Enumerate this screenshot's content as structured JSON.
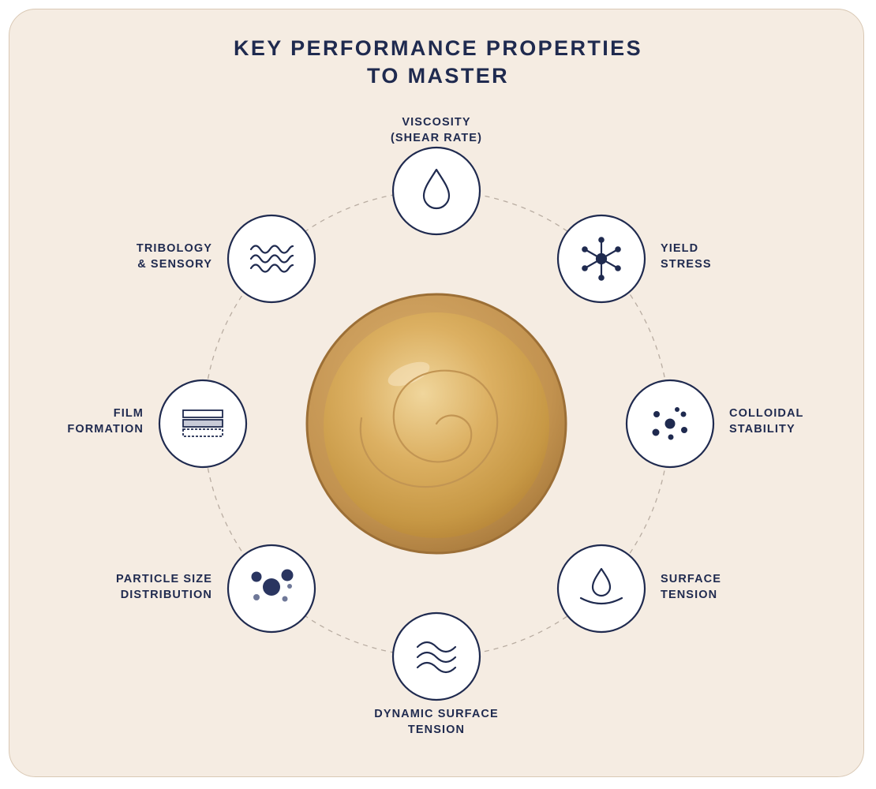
{
  "title": {
    "line1": "KEY PERFORMANCE PROPERTIES",
    "line2": "TO MASTER"
  },
  "colors": {
    "navy": "#1f2a4f",
    "background": "#f5ece2",
    "sphere_gold": "#c99a4e"
  },
  "properties": [
    {
      "id": "viscosity",
      "line1": "VISCOSITY",
      "line2": "(SHEAR RATE)",
      "icon": "droplet-icon"
    },
    {
      "id": "yield-stress",
      "line1": "YIELD",
      "line2": "STRESS",
      "icon": "network-node-icon"
    },
    {
      "id": "colloidal-stability",
      "line1": "COLLOIDAL",
      "line2": "STABILITY",
      "icon": "dispersed-dots-icon"
    },
    {
      "id": "surface-tension",
      "line1": "SURFACE",
      "line2": "TENSION",
      "icon": "drop-on-surface-icon"
    },
    {
      "id": "dynamic-surface-tension",
      "line1": "DYNAMIC SURFACE",
      "line2": "TENSION",
      "icon": "waves-icon"
    },
    {
      "id": "particle-size-distribution",
      "line1": "PARTICLE SIZE",
      "line2": "DISTRIBUTION",
      "icon": "particles-icon"
    },
    {
      "id": "film-formation",
      "line1": "FILM",
      "line2": "FORMATION",
      "icon": "stacked-layers-icon"
    },
    {
      "id": "tribology-sensory",
      "line1": "TRIBOLOGY",
      "line2": "& SENSORY",
      "icon": "triple-wave-icon"
    }
  ]
}
